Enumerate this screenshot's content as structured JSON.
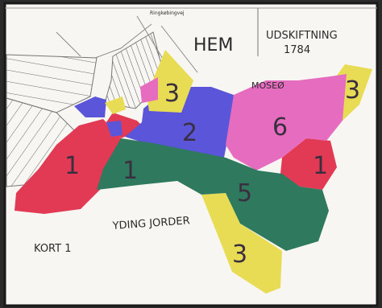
{
  "map": {
    "labels": {
      "village": "HEM",
      "title_line1": "UDSKIFTNING",
      "title_line2": "1784",
      "bog": "MOSEØ",
      "fields": "YDING JORDER",
      "sheet": "KORT 1",
      "small_top": "Ringkøbingvej"
    },
    "parcels": [
      {
        "number": "1",
        "color": "#e23a55"
      },
      {
        "number": "1",
        "color": "#e23a55"
      },
      {
        "number": "1",
        "color": "#e23a55"
      },
      {
        "number": "2",
        "color": "#5b55d9"
      },
      {
        "number": "3",
        "color": "#e9dc55"
      },
      {
        "number": "3",
        "color": "#e9dc55"
      },
      {
        "number": "3",
        "color": "#e9dc55"
      },
      {
        "number": "5",
        "color": "#2f7a5e"
      },
      {
        "number": "6",
        "color": "#e66cc0"
      }
    ],
    "colors": {
      "paper": "#f7f6f2",
      "border": "#1a1a1a",
      "hatch": "#6a6a6a",
      "red": "#e23a55",
      "blue": "#5b55d9",
      "yellow": "#e9dc55",
      "green": "#2f7a5e",
      "pink": "#e66cc0"
    }
  }
}
